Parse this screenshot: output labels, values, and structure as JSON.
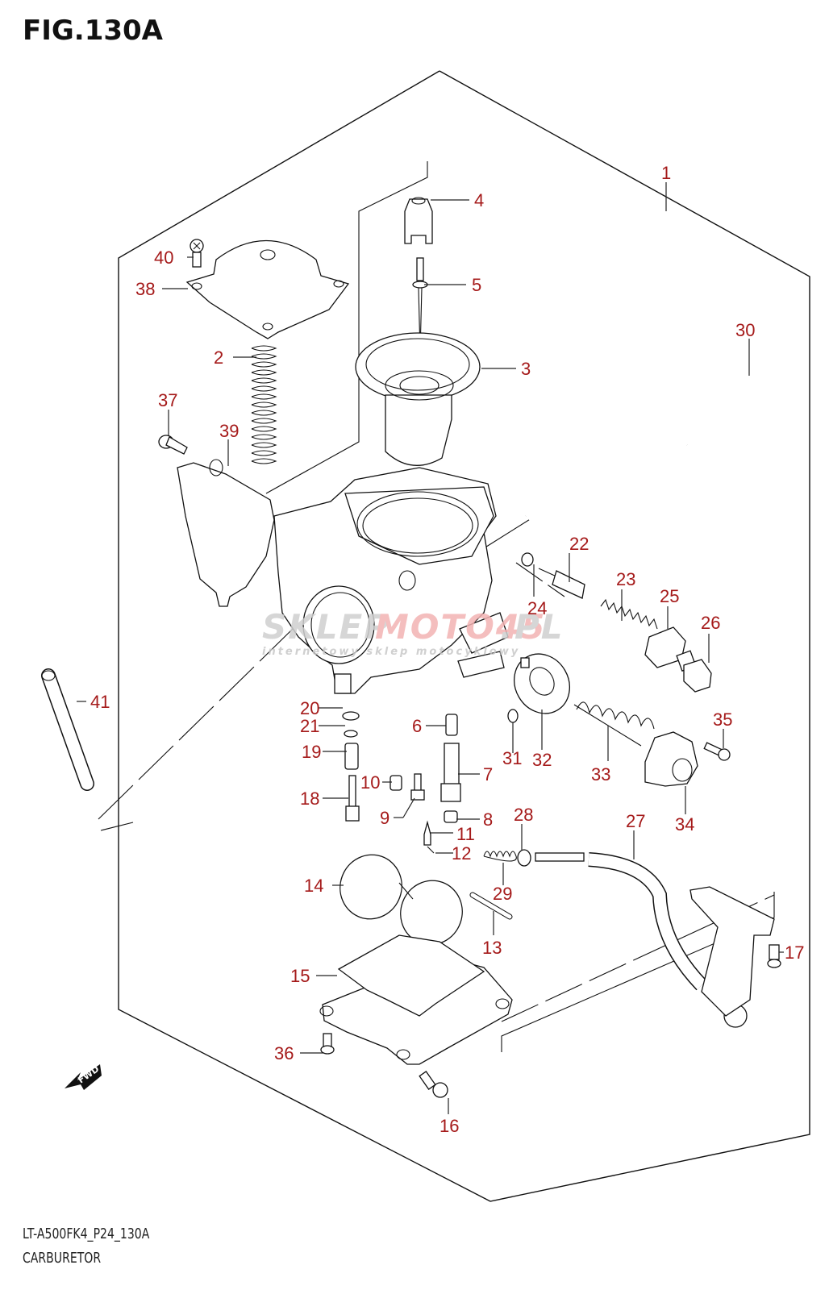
{
  "header": {
    "figure_title": "FIG.130A"
  },
  "footer": {
    "model_code": "LT-A500FK4_P24_130A",
    "section_name": "CARBURETOR"
  },
  "watermark": {
    "brand_grey": "SKLEP",
    "brand_red": "MOTO45",
    "domain": ".PL",
    "tagline": "internetowy sklep motocyklowy",
    "grey_color": "#c8c8c8",
    "red_color": "#f3b3b3"
  },
  "direction_marker": {
    "label": "FWD",
    "icon": "fwd-arrow-icon"
  },
  "colors": {
    "callout": "#a51a1a",
    "line": "#111111"
  },
  "callouts": [
    {
      "id": "1",
      "part": "carburetor-assembly"
    },
    {
      "id": "2",
      "part": "spring"
    },
    {
      "id": "3",
      "part": "diaphragm-piston"
    },
    {
      "id": "4",
      "part": "needle-holder"
    },
    {
      "id": "5",
      "part": "needle-washer"
    },
    {
      "id": "6",
      "part": "needle-jet-cap"
    },
    {
      "id": "7",
      "part": "needle-jet"
    },
    {
      "id": "8",
      "part": "main-jet"
    },
    {
      "id": "9",
      "part": "pilot-jet"
    },
    {
      "id": "10",
      "part": "plug"
    },
    {
      "id": "11",
      "part": "needle-valve"
    },
    {
      "id": "12",
      "part": "clip"
    },
    {
      "id": "13",
      "part": "float-pin"
    },
    {
      "id": "14",
      "part": "float"
    },
    {
      "id": "15",
      "part": "o-ring-float-chamber"
    },
    {
      "id": "16",
      "part": "screw"
    },
    {
      "id": "17",
      "part": "screw"
    },
    {
      "id": "18",
      "part": "pilot-screw"
    },
    {
      "id": "19",
      "part": "spring"
    },
    {
      "id": "20",
      "part": "washer"
    },
    {
      "id": "21",
      "part": "o-ring"
    },
    {
      "id": "22",
      "part": "starter-plunger"
    },
    {
      "id": "23",
      "part": "spring"
    },
    {
      "id": "24",
      "part": "o-ring"
    },
    {
      "id": "25",
      "part": "plunger-nut"
    },
    {
      "id": "26",
      "part": "cap"
    },
    {
      "id": "27",
      "part": "cable"
    },
    {
      "id": "28",
      "part": "washer"
    },
    {
      "id": "29",
      "part": "spring"
    },
    {
      "id": "30",
      "part": "hose"
    },
    {
      "id": "31",
      "part": "o-ring"
    },
    {
      "id": "32",
      "part": "diaphragm"
    },
    {
      "id": "33",
      "part": "spring"
    },
    {
      "id": "34",
      "part": "cover"
    },
    {
      "id": "35",
      "part": "screw"
    },
    {
      "id": "36",
      "part": "screw"
    },
    {
      "id": "37",
      "part": "screw"
    },
    {
      "id": "38",
      "part": "top-cap"
    },
    {
      "id": "39",
      "part": "bracket"
    },
    {
      "id": "40",
      "part": "screw"
    },
    {
      "id": "41",
      "part": "hose"
    }
  ]
}
